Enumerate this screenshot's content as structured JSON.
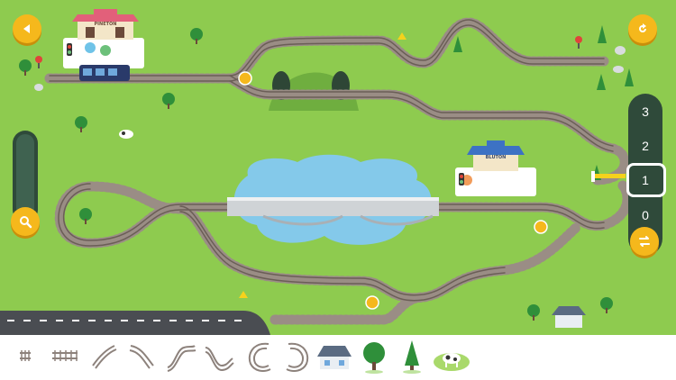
{
  "stations": {
    "pineton": {
      "name": "PINETON"
    },
    "bluton": {
      "name": "BLUTON"
    }
  },
  "gear": {
    "options": [
      "3",
      "2",
      "1",
      "0"
    ],
    "selected": "1"
  },
  "toolbar": {
    "items": [
      {
        "icon": "straight-track-short-icon"
      },
      {
        "icon": "straight-track-long-icon"
      },
      {
        "icon": "diagonal-track-icon"
      },
      {
        "icon": "curve-track-icon"
      },
      {
        "icon": "s-curve-track-icon"
      },
      {
        "icon": "wave-track-icon"
      },
      {
        "icon": "loop-track-left-icon"
      },
      {
        "icon": "loop-track-right-icon"
      },
      {
        "icon": "house-icon"
      },
      {
        "icon": "round-tree-icon"
      },
      {
        "icon": "pine-tree-icon"
      },
      {
        "icon": "cow-icon"
      }
    ]
  },
  "colors": {
    "grass": "#8ecb4f",
    "accent": "#f5b81c",
    "water": "#84c9ea",
    "panel": "#2f4a3a"
  }
}
